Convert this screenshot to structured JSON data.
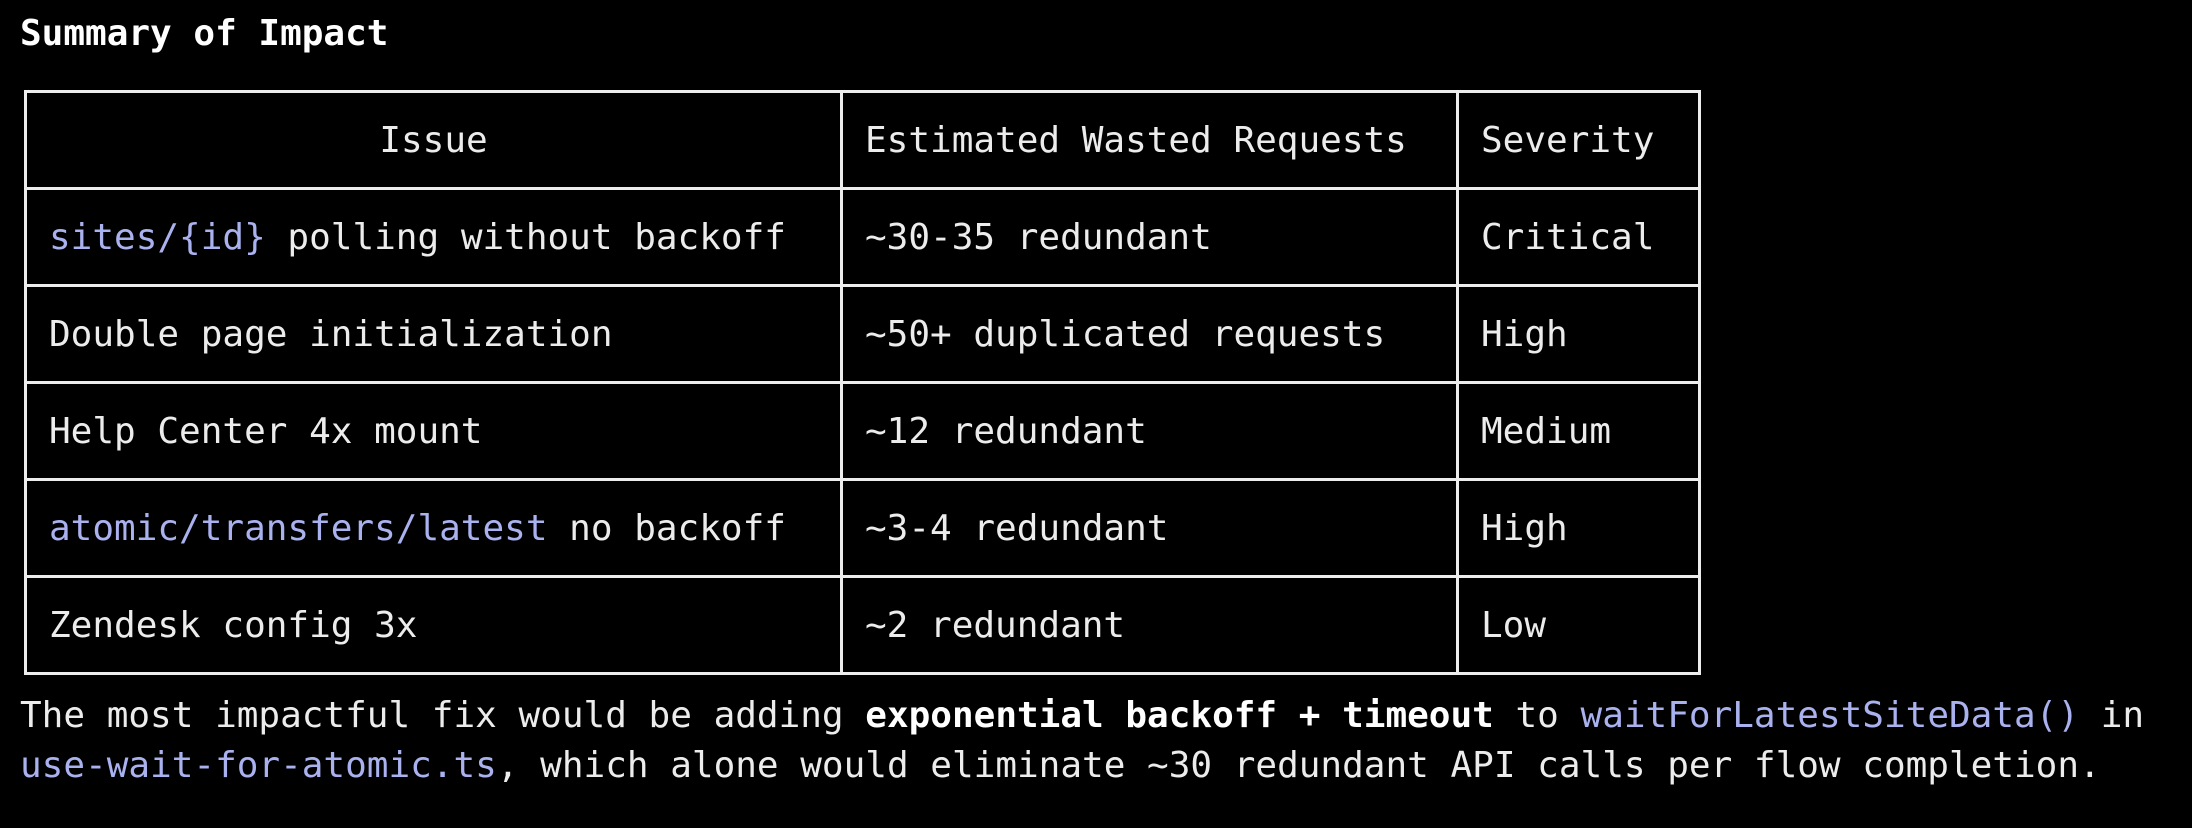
{
  "theme": {
    "background_color": "#000000",
    "text_color": "#ececec",
    "accent_code_color": "#a9b1ee",
    "table_border_color": "#ededed"
  },
  "title": "Summary of Impact",
  "table": {
    "columns": [
      "Issue",
      "Estimated Wasted Requests",
      "Severity"
    ],
    "rows": [
      {
        "issue": [
          {
            "text": "sites/{id}",
            "code": true
          },
          {
            "text": " polling without backoff"
          }
        ],
        "wasted": "~30-35 redundant",
        "severity": "Critical"
      },
      {
        "issue": [
          {
            "text": "Double page initialization"
          }
        ],
        "wasted": "~50+ duplicated requests",
        "severity": "High"
      },
      {
        "issue": [
          {
            "text": "Help Center 4x mount"
          }
        ],
        "wasted": "~12 redundant",
        "severity": "Medium"
      },
      {
        "issue": [
          {
            "text": "atomic/transfers/latest",
            "code": true
          },
          {
            "text": " no backoff"
          }
        ],
        "wasted": "~3-4 redundant",
        "severity": "High"
      },
      {
        "issue": [
          {
            "text": "Zendesk config 3x"
          }
        ],
        "wasted": "~2 redundant",
        "severity": "Low"
      }
    ]
  },
  "footer": {
    "segments": [
      {
        "text": "The most impactful fix would be adding "
      },
      {
        "text": "exponential backoff + timeout",
        "bold": true
      },
      {
        "text": " to "
      },
      {
        "text": "waitForLatestSiteData()",
        "code": true
      },
      {
        "text": " in "
      },
      {
        "text": "use-wait-for-atomic.ts",
        "code": true
      },
      {
        "text": ", which alone would eliminate ~30 redundant API calls per flow completion."
      }
    ]
  }
}
